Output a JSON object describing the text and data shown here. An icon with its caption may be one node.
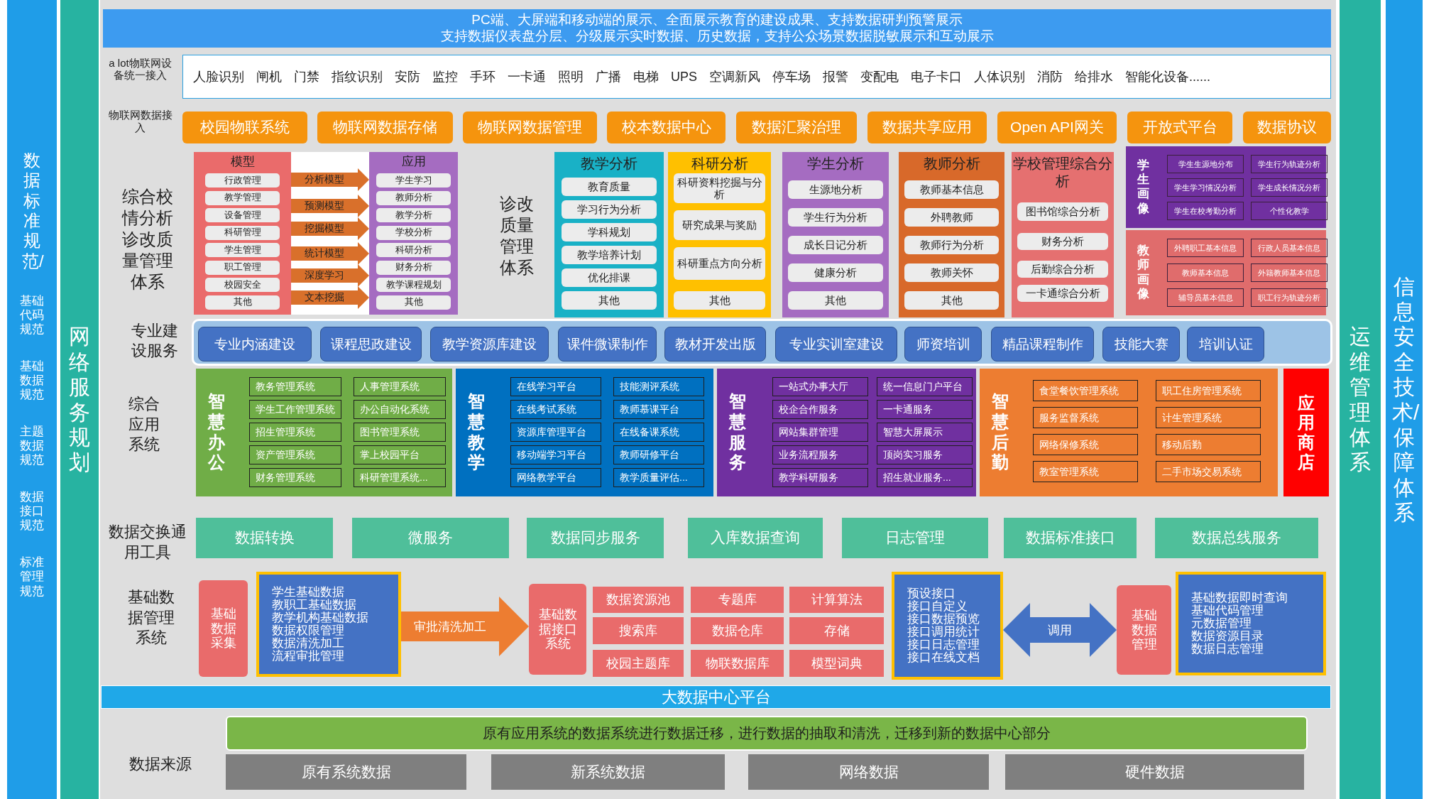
{
  "diagram": {
    "nodes": [
      {
        "text": [
          "数据标准规范/",
          "基础代码规范",
          "基础数据规范",
          "主题数据规范",
          "数据接口规范",
          "标准管理规范"
        ]
      },
      {
        "text": [
          "网络服务规划"
        ]
      },
      {
        "text": [
          "运维管理体系"
        ]
      },
      {
        "text": [
          "信息安全技术/保障体系"
        ]
      },
      {
        "text": [
          "PC端、大屏端和移动端的展示、全面展示教育的建设成果、支持数据研判预警展示",
          "支持数据仪表盘分层、分级展示实时数据、历史数据，支持公众场景数据脱敏展示和互动展示"
        ]
      },
      {
        "text": [
          "人脸识别 闸机 门禁 指纹识别 安防 监控 手环 一卡通 照明 广播 电梯 UPS 空调新风 停车场 报警 变配电 电子卡口 人体识别 消防 给排水 智能化设备......"
        ]
      },
      {
        "text": [
          "校园物联系统"
        ]
      },
      {
        "text": [
          "物联网数据存储"
        ]
      },
      {
        "text": [
          "物联网数据管理"
        ]
      },
      {
        "text": [
          "校本数据中心"
        ]
      },
      {
        "text": [
          "数据汇聚治理"
        ]
      },
      {
        "text": [
          "数据共享应用"
        ]
      },
      {
        "text": [
          "Open API网关"
        ]
      },
      {
        "text": [
          "开放式平台"
        ]
      },
      {
        "text": [
          "数据协议"
        ]
      },
      {
        "text": [
          "模型"
        ]
      },
      {
        "text": [
          "行政管理"
        ],
        "in": 15
      },
      {
        "text": [
          "教学管理"
        ],
        "in": 15
      },
      {
        "text": [
          "设备管理"
        ],
        "in": 15
      },
      {
        "text": [
          "科研管理"
        ],
        "in": 15
      },
      {
        "text": [
          "学生管理"
        ],
        "in": 15
      },
      {
        "text": [
          "职工管理"
        ],
        "in": 15
      },
      {
        "text": [
          "校园安全"
        ],
        "in": 15
      },
      {
        "text": [
          "其他"
        ],
        "in": 15
      },
      {
        "text": [
          "应用"
        ]
      },
      {
        "text": [
          "学生学习"
        ],
        "in": 24
      },
      {
        "text": [
          "教师分析"
        ],
        "in": 24
      },
      {
        "text": [
          "教学分析"
        ],
        "in": 24
      },
      {
        "text": [
          "学校分析"
        ],
        "in": 24
      },
      {
        "text": [
          "科研分析"
        ],
        "in": 24
      },
      {
        "text": [
          "财务分析"
        ],
        "in": 24
      },
      {
        "text": [
          "教学课程规划"
        ],
        "in": 24
      },
      {
        "text": [
          "其他"
        ],
        "in": 24
      },
      {
        "text": [
          "教学分析"
        ]
      },
      {
        "text": [
          "教育质量"
        ],
        "in": 33
      },
      {
        "text": [
          "学习行为分析"
        ],
        "in": 33
      },
      {
        "text": [
          "学科规划"
        ],
        "in": 33
      },
      {
        "text": [
          "教学培养计划"
        ],
        "in": 33
      },
      {
        "text": [
          "优化排课"
        ],
        "in": 33
      },
      {
        "text": [
          "其他"
        ],
        "in": 33
      },
      {
        "text": [
          "科研分析"
        ]
      },
      {
        "text": [
          "科研资料挖掘与分析"
        ],
        "in": 40
      },
      {
        "text": [
          "研究成果与奖励"
        ],
        "in": 40
      },
      {
        "text": [
          "科研重点方向分析"
        ],
        "in": 40
      },
      {
        "text": [
          "其他"
        ],
        "in": 40
      },
      {
        "text": [
          "学生分析"
        ]
      },
      {
        "text": [
          "生源地分析"
        ],
        "in": 45
      },
      {
        "text": [
          "学生行为分析"
        ],
        "in": 45
      },
      {
        "text": [
          "成长日记分析"
        ],
        "in": 45
      },
      {
        "text": [
          "健康分析"
        ],
        "in": 45
      },
      {
        "text": [
          "其他"
        ],
        "in": 45
      },
      {
        "text": [
          "教师分析"
        ]
      },
      {
        "text": [
          "教师基本信息"
        ],
        "in": 51
      },
      {
        "text": [
          "外聘教师"
        ],
        "in": 51
      },
      {
        "text": [
          "教师行为分析"
        ],
        "in": 51
      },
      {
        "text": [
          "教师关怀"
        ],
        "in": 51
      },
      {
        "text": [
          "其他"
        ],
        "in": 51
      },
      {
        "text": [
          "学校管理综合分析"
        ]
      },
      {
        "text": [
          "图书馆综合分析"
        ],
        "in": 57
      },
      {
        "text": [
          "财务分析"
        ],
        "in": 57
      },
      {
        "text": [
          "后勤综合分析"
        ],
        "in": 57
      },
      {
        "text": [
          "一卡通综合分析"
        ],
        "in": 57
      },
      {
        "text": [
          "学生画像"
        ]
      },
      {
        "text": [
          "学生生源地分布"
        ],
        "in": 62
      },
      {
        "text": [
          "学生行为轨迹分析"
        ],
        "in": 62
      },
      {
        "text": [
          "学生学习情况分析"
        ],
        "in": 62
      },
      {
        "text": [
          "学生成长情况分析"
        ],
        "in": 62
      },
      {
        "text": [
          "学生在校考勤分析"
        ],
        "in": 62
      },
      {
        "text": [
          "个性化教学"
        ],
        "in": 62
      },
      {
        "text": [
          "教师画像"
        ]
      },
      {
        "text": [
          "外聘职工基本信息"
        ],
        "in": 69
      },
      {
        "text": [
          "行政人员基本信息"
        ],
        "in": 69
      },
      {
        "text": [
          "教师基本信息"
        ],
        "in": 69
      },
      {
        "text": [
          "外籍教师基本信息"
        ],
        "in": 69
      },
      {
        "text": [
          "辅导员基本信息"
        ],
        "in": 69
      },
      {
        "text": [
          "职工行为轨迹分析"
        ],
        "in": 69
      },
      {
        "text": [],
        "shape": "box"
      },
      {
        "text": [
          "专业内涵建设"
        ],
        "in": 76
      },
      {
        "text": [
          "课程思政建设"
        ],
        "in": 76
      },
      {
        "text": [
          "教学资源库建设"
        ],
        "in": 76
      },
      {
        "text": [
          "课件微课制作"
        ],
        "in": 76
      },
      {
        "text": [
          "教材开发出版"
        ],
        "in": 76
      },
      {
        "text": [
          "专业实训室建设"
        ],
        "in": 76
      },
      {
        "text": [
          "师资培训"
        ],
        "in": 76
      },
      {
        "text": [
          "精品课程制作"
        ],
        "in": 76
      },
      {
        "text": [
          "技能大赛"
        ],
        "in": 76
      },
      {
        "text": [
          "培训认证"
        ],
        "in": 76
      },
      {
        "text": [
          "智慧办公"
        ]
      },
      {
        "text": [
          "教务管理系统"
        ],
        "in": 87
      },
      {
        "text": [
          "人事管理系统"
        ],
        "in": 87
      },
      {
        "text": [
          "学生工作管理系统"
        ],
        "in": 87
      },
      {
        "text": [
          "办公自动化系统"
        ],
        "in": 87
      },
      {
        "text": [
          "招生管理系统"
        ],
        "in": 87
      },
      {
        "text": [
          "图书管理系统"
        ],
        "in": 87
      },
      {
        "text": [
          "资产管理系统"
        ],
        "in": 87
      },
      {
        "text": [
          "掌上校园平台"
        ],
        "in": 87
      },
      {
        "text": [
          "财务管理系统"
        ],
        "in": 87
      },
      {
        "text": [
          "科研管理系统..."
        ],
        "in": 87
      },
      {
        "text": [
          "智慧教学"
        ]
      },
      {
        "text": [
          "在线学习平台"
        ],
        "in": 98
      },
      {
        "text": [
          "技能测评系统"
        ],
        "in": 98
      },
      {
        "text": [
          "在线考试系统"
        ],
        "in": 98
      },
      {
        "text": [
          "教师慕课平台"
        ],
        "in": 98
      },
      {
        "text": [
          "资源库管理平台"
        ],
        "in": 98
      },
      {
        "text": [
          "在线备课系统"
        ],
        "in": 98
      },
      {
        "text": [
          "移动端学习平台"
        ],
        "in": 98
      },
      {
        "text": [
          "教师研修平台"
        ],
        "in": 98
      },
      {
        "text": [
          "网络教学平台"
        ],
        "in": 98
      },
      {
        "text": [
          "教学质量评估..."
        ],
        "in": 98
      },
      {
        "text": [
          "智慧服务"
        ]
      },
      {
        "text": [
          "一站式办事大厅"
        ],
        "in": 109
      },
      {
        "text": [
          "统一信息门户平台"
        ],
        "in": 109
      },
      {
        "text": [
          "校企合作服务"
        ],
        "in": 109
      },
      {
        "text": [
          "一卡通服务"
        ],
        "in": 109
      },
      {
        "text": [
          "网站集群管理"
        ],
        "in": 109
      },
      {
        "text": [
          "智慧大屏展示"
        ],
        "in": 109
      },
      {
        "text": [
          "业务流程服务"
        ],
        "in": 109
      },
      {
        "text": [
          "顶岗实习服务"
        ],
        "in": 109
      },
      {
        "text": [
          "教学科研服务"
        ],
        "in": 109
      },
      {
        "text": [
          "招生就业服务..."
        ],
        "in": 109
      },
      {
        "text": [
          "智慧后勤"
        ]
      },
      {
        "text": [
          "食堂餐饮管理系统"
        ],
        "in": 120
      },
      {
        "text": [
          "职工住房管理系统"
        ],
        "in": 120
      },
      {
        "text": [
          "服务监督系统"
        ],
        "in": 120
      },
      {
        "text": [
          "计生管理系统"
        ],
        "in": 120
      },
      {
        "text": [
          "网络保修系统"
        ],
        "in": 120
      },
      {
        "text": [
          "移动后勤"
        ],
        "in": 120
      },
      {
        "text": [
          "教室管理系统"
        ],
        "in": 120
      },
      {
        "text": [
          "二手市场交易系统"
        ],
        "in": 120
      },
      {
        "text": [
          "应用商店"
        ]
      },
      {
        "text": [
          "数据转换"
        ]
      },
      {
        "text": [
          "微服务"
        ]
      },
      {
        "text": [
          "数据同步服务"
        ]
      },
      {
        "text": [
          "入库数据查询"
        ]
      },
      {
        "text": [
          "日志管理"
        ]
      },
      {
        "text": [
          "数据标准接口"
        ]
      },
      {
        "text": [
          "数据总线服务"
        ]
      },
      {
        "text": [
          "基础数据采集"
        ]
      },
      {
        "text": [
          "学生基础数据",
          "教职工基础数据",
          "教学机构基础数据",
          "数据权限管理",
          "数据清洗加工",
          "流程审批管理"
        ]
      },
      {
        "text": [
          "基础数据接口系统"
        ]
      },
      {
        "text": [
          "数据资源池"
        ]
      },
      {
        "text": [
          "专题库"
        ]
      },
      {
        "text": [
          "计算算法"
        ]
      },
      {
        "text": [
          "搜索库"
        ]
      },
      {
        "text": [
          "数据仓库"
        ]
      },
      {
        "text": [
          "存储"
        ]
      },
      {
        "text": [
          "校园主题库"
        ]
      },
      {
        "text": [
          "物联数据库"
        ]
      },
      {
        "text": [
          "模型词典"
        ]
      },
      {
        "text": [
          "预设接口",
          "接口自定义",
          "接口数据预览",
          "接口调用统计",
          "接口日志管理",
          "接口在线文档"
        ]
      },
      {
        "text": [
          "基础数据管理"
        ]
      },
      {
        "text": [
          "基础数据即时查询",
          "基础代码管理",
          "元数据管理",
          "数据资源目录",
          "数据日志管理"
        ]
      },
      {
        "text": [
          "大数据中心平台"
        ]
      },
      {
        "text": [
          "原有应用系统的数据系统进行数据迁移，进行数据的抽取和清洗，迁移到新的数据中心部分"
        ]
      },
      {
        "text": [
          "原有系统数据"
        ]
      },
      {
        "text": [
          "新系统数据"
        ]
      },
      {
        "text": [
          "网络数据"
        ]
      },
      {
        "text": [
          "硬件数据"
        ]
      }
    ],
    "edges": [
      {
        "from": 15,
        "to": 24,
        "arrow": "to",
        "label": "分析模型"
      },
      {
        "from": 15,
        "to": 24,
        "arrow": "to",
        "label": "预测模型"
      },
      {
        "from": 15,
        "to": 24,
        "arrow": "to",
        "label": "挖掘模型"
      },
      {
        "from": 15,
        "to": 24,
        "arrow": "to",
        "label": "统计模型"
      },
      {
        "from": 15,
        "to": 24,
        "arrow": "to",
        "label": "深度学习"
      },
      {
        "from": 15,
        "to": 24,
        "arrow": "to",
        "label": "文本挖掘"
      },
      {
        "from": 138,
        "to": 139,
        "arrow": "to",
        "label": "审批清洗加工",
        "style": "thick"
      },
      {
        "from": 149,
        "to": 150,
        "arrow": "both",
        "label": "调用",
        "color": "#4472c4",
        "style": "thick"
      }
    ],
    "labels": [
      "a lot物联网设备统一接入",
      "物联网数据接入",
      "综合校情分析诊改质量管理体系",
      "诊改质量管理体系",
      "专业建设服务",
      "综合应用系统",
      "数据交换通用工具",
      "基础数据管理系统",
      "数据来源"
    ]
  }
}
